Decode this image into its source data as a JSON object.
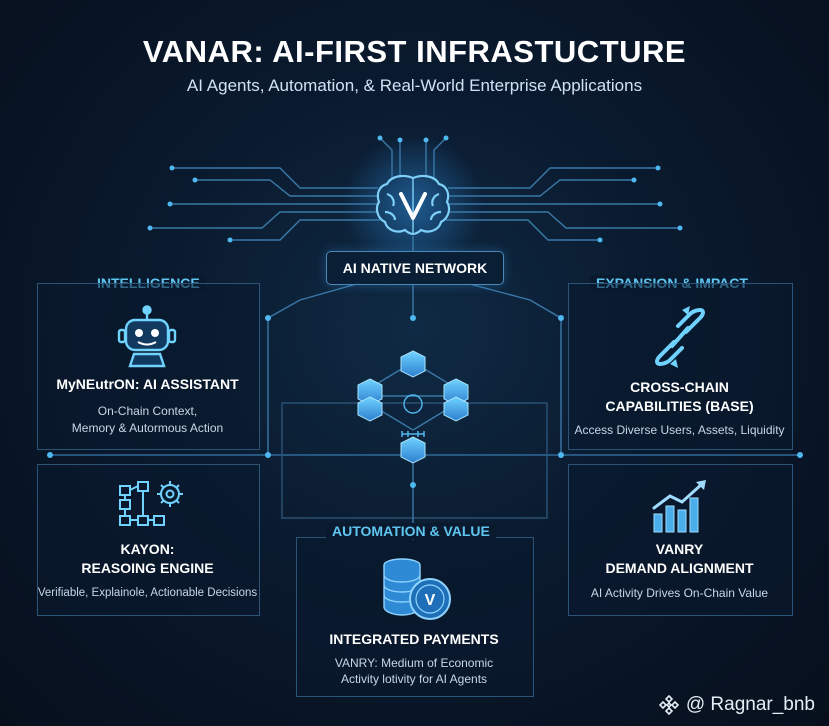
{
  "header": {
    "title": "VANAR: AI-FIRST INFRASTUCTURE",
    "subtitle": "AI Agents, Automation, & Real-World Enterprise Applications"
  },
  "center": {
    "network_label": "AI NATIVE NETWORK"
  },
  "sections": {
    "intelligence": "INTELLIGENCE",
    "expansion": "EXPANSION & IMPACT",
    "automation": "AUTOMATION & VALUE"
  },
  "cards": {
    "myneutron": {
      "title": "MyNEutrON: AI ASSISTANT",
      "desc_line1": "On-Chain Context,",
      "desc_line2": "Memory & Autormous Action"
    },
    "kayon": {
      "title_line1": "KAYON:",
      "title_line2": "REASOING ENGINE",
      "desc": "Verifiable, Explainole, Actionable Decisions"
    },
    "crosschain": {
      "title_line1": "CROSS-CHAIN",
      "title_line2": "CAPABILITIES (BASE)",
      "desc": "Access Diverse Users, Assets, Liquidity"
    },
    "vanry": {
      "title_line1": "VANRY",
      "title_line2": "DEMAND ALIGNMENT",
      "desc": "AI Activity Drives On-Chain Value"
    },
    "payments": {
      "title": "INTEGRATED PAYMENTS",
      "desc_line1": "VANRY: Medium of Economic",
      "desc_line2": "Activity lotivity for AI Agents",
      "coin_letter": "V"
    }
  },
  "brain_letter": "V",
  "watermark": {
    "text": "@ Ragnar_bnb"
  },
  "colors": {
    "accent": "#5fc6f2",
    "line": "#3a78a8",
    "glow": "#4fb8f0",
    "background": "#0a1a2e"
  }
}
